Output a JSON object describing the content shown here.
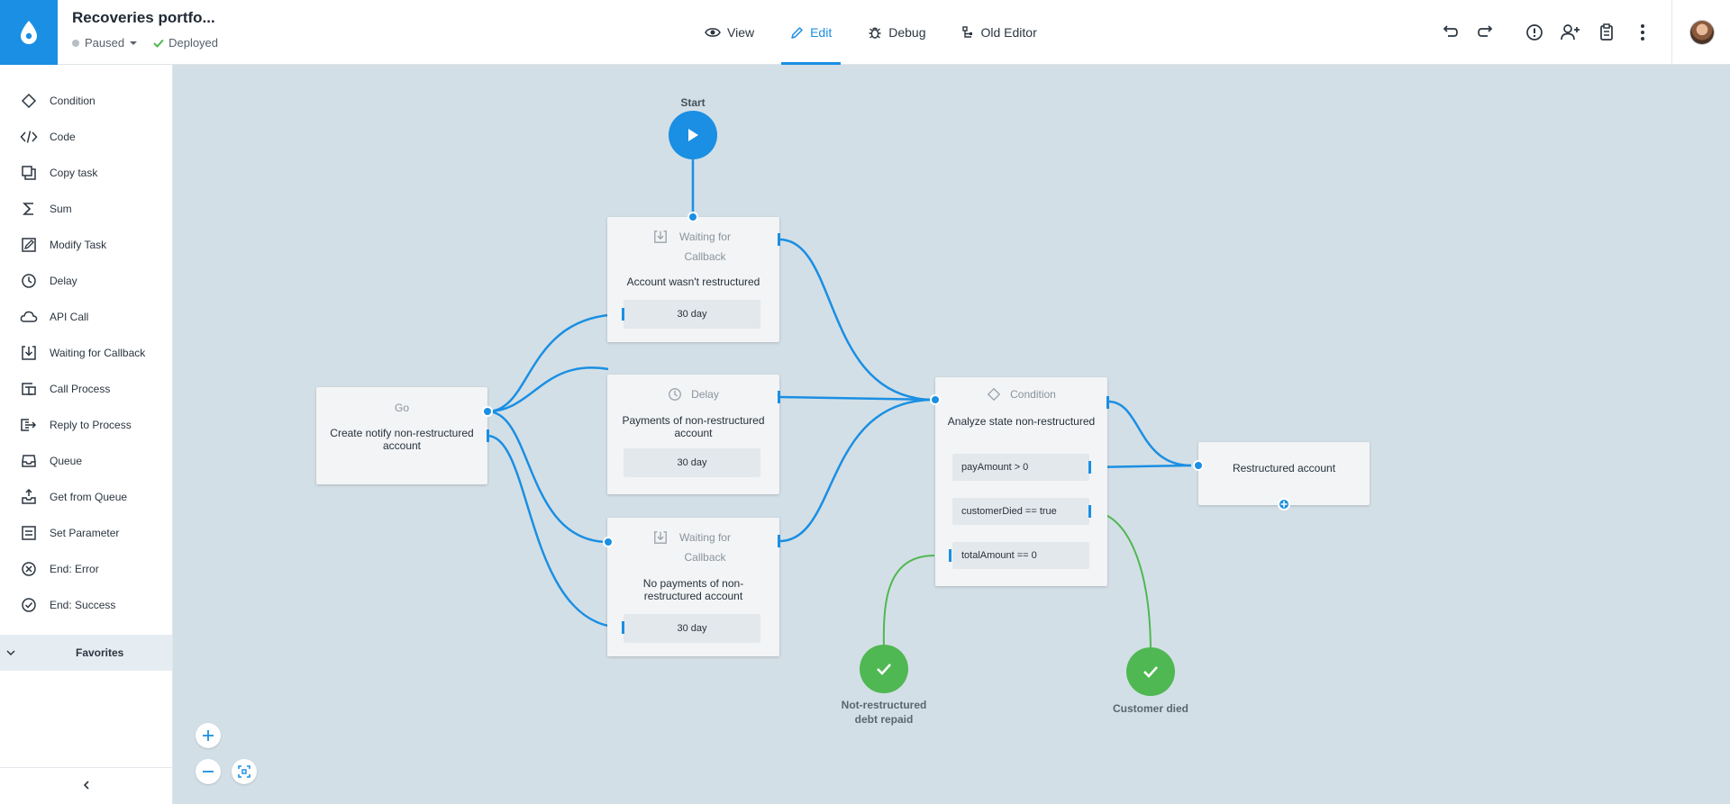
{
  "header": {
    "title": "Recoveries portfo...",
    "status": "Paused",
    "deploy_status": "Deployed",
    "tabs": [
      {
        "label": "View",
        "icon": "eye-icon"
      },
      {
        "label": "Edit",
        "icon": "pencil-icon",
        "active": true
      },
      {
        "label": "Debug",
        "icon": "bug-icon"
      },
      {
        "label": "Old Editor",
        "icon": "old-editor-icon"
      }
    ],
    "actions": [
      "undo-icon",
      "redo-icon",
      "alert-icon",
      "add-user-icon",
      "clipboard-icon",
      "more-vert-icon"
    ]
  },
  "sidebar": {
    "items": [
      {
        "label": "Condition",
        "icon": "diamond-icon"
      },
      {
        "label": "Code",
        "icon": "code-icon"
      },
      {
        "label": "Copy task",
        "icon": "copy-icon"
      },
      {
        "label": "Sum",
        "icon": "sigma-icon"
      },
      {
        "label": "Modify Task",
        "icon": "edit-square-icon"
      },
      {
        "label": "Delay",
        "icon": "clock-icon"
      },
      {
        "label": "API Call",
        "icon": "cloud-icon"
      },
      {
        "label": "Waiting for Callback",
        "icon": "download-icon"
      },
      {
        "label": "Call Process",
        "icon": "call-process-icon"
      },
      {
        "label": "Reply to Process",
        "icon": "reply-process-icon"
      },
      {
        "label": "Queue",
        "icon": "inbox-icon"
      },
      {
        "label": "Get from Queue",
        "icon": "inbox-out-icon"
      },
      {
        "label": "Set Parameter",
        "icon": "list-icon"
      },
      {
        "label": "End: Error",
        "icon": "x-circle-icon"
      },
      {
        "label": "End: Success",
        "icon": "check-circle-icon"
      }
    ],
    "favorites_label": "Favorites"
  },
  "canvas": {
    "start_label": "Start",
    "nodes": {
      "go": {
        "type": "Go",
        "title": "Create notify non-restructured account"
      },
      "wait1": {
        "type": "Waiting for Callback",
        "title": "Account wasn't restructured",
        "param": "30 day"
      },
      "delay": {
        "type": "Delay",
        "title": "Payments of non-restructured account",
        "param": "30 day"
      },
      "wait2": {
        "type": "Waiting for Callback",
        "title": "No payments of non-restructured account",
        "param": "30 day"
      },
      "condition": {
        "type": "Condition",
        "title": "Analyze state non-restructured",
        "params": [
          "payAmount > 0",
          "customerDied == true",
          "totalAmount == 0"
        ]
      },
      "restructured": {
        "title": "Restructured account"
      },
      "end1": {
        "label": "Not-restructured debt repaid"
      },
      "end2": {
        "label": "Customer died"
      }
    },
    "colors": {
      "canvas": "#d3dfe6",
      "link": "#1a8fe3",
      "success": "#4fb852"
    }
  }
}
